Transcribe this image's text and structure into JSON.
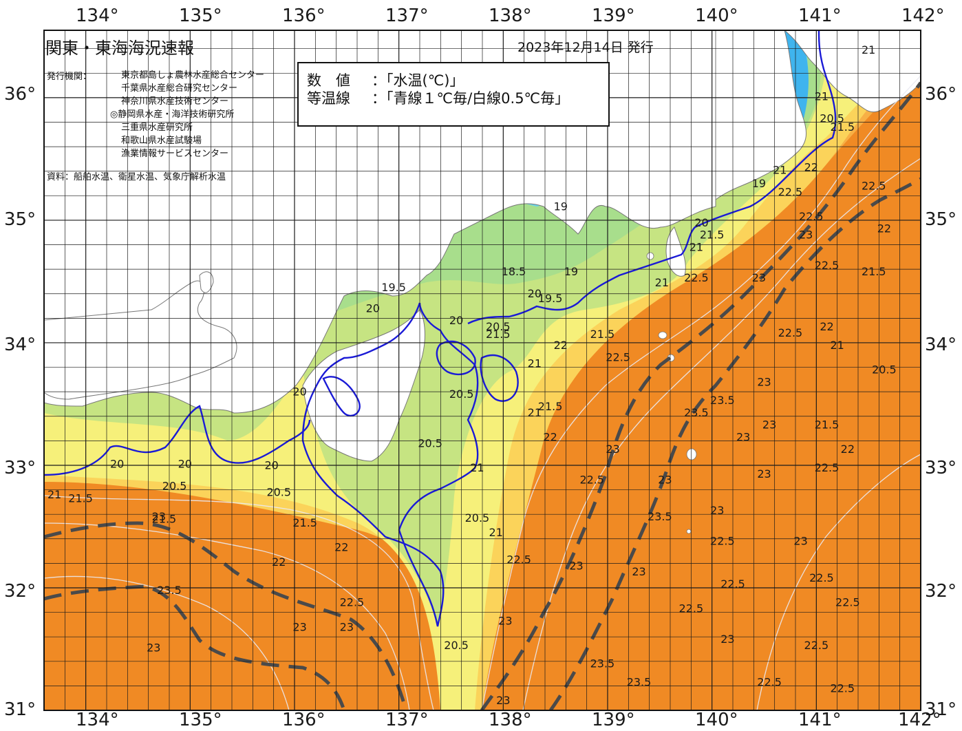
{
  "map": {
    "title": "関東・東海海況速報",
    "issue_date": "2023年12月14日 発行",
    "agency_label": "発行機関：",
    "agencies": [
      {
        "name": "東京都島しょ農林水産総合センター",
        "primary": false
      },
      {
        "name": "千葉県水産総合研究センター",
        "primary": false
      },
      {
        "name": "神奈川県水産技術センター",
        "primary": false
      },
      {
        "name": "◎静岡県水産・海洋技術研究所",
        "primary": true
      },
      {
        "name": "三重県水産研究所",
        "primary": false
      },
      {
        "name": "和歌山県水産試験場",
        "primary": false
      },
      {
        "name": "漁業情報サービスセンター",
        "primary": false
      }
    ],
    "source": "資料：船舶水温、衛星水温、気象庁解析水温",
    "legend": {
      "row1_key": "数　値",
      "row1_value": "：「水温(℃)」",
      "row2_key": "等温線",
      "row2_value": "：「青線１℃毎/白線0.5℃毎」"
    },
    "longitude_labels": [
      "134°",
      "135°",
      "136°",
      "137°",
      "138°",
      "139°",
      "140°",
      "141°",
      "142°"
    ],
    "latitude_labels": [
      "36°",
      "35°",
      "34°",
      "33°",
      "32°",
      "31°"
    ],
    "extent": {
      "lon_min": 133.6,
      "lon_max": 142.0,
      "lat_min": 31.0,
      "lat_max": 36.55
    },
    "isotherm_labels": [
      {
        "text": "19",
        "lon": 138.55,
        "lat": 35.08
      },
      {
        "text": "19",
        "lon": 138.65,
        "lat": 34.55
      },
      {
        "text": "19.5",
        "lon": 136.95,
        "lat": 34.42
      },
      {
        "text": "20",
        "lon": 136.75,
        "lat": 34.25
      },
      {
        "text": "20",
        "lon": 137.55,
        "lat": 34.15
      },
      {
        "text": "20.5",
        "lon": 137.95,
        "lat": 34.1
      },
      {
        "text": "20",
        "lon": 136.05,
        "lat": 33.57
      },
      {
        "text": "20",
        "lon": 134.3,
        "lat": 32.98
      },
      {
        "text": "20",
        "lon": 134.95,
        "lat": 32.98
      },
      {
        "text": "20",
        "lon": 135.78,
        "lat": 32.97
      },
      {
        "text": "20.5",
        "lon": 137.3,
        "lat": 33.15
      },
      {
        "text": "20.5",
        "lon": 137.6,
        "lat": 33.55
      },
      {
        "text": "21",
        "lon": 137.75,
        "lat": 32.95
      },
      {
        "text": "20.5",
        "lon": 137.75,
        "lat": 32.54
      },
      {
        "text": "21",
        "lon": 137.93,
        "lat": 32.42
      },
      {
        "text": "21",
        "lon": 133.7,
        "lat": 32.73
      },
      {
        "text": "21.5",
        "lon": 133.95,
        "lat": 32.7
      },
      {
        "text": "21.5",
        "lon": 134.75,
        "lat": 32.53
      },
      {
        "text": "20.5",
        "lon": 134.85,
        "lat": 32.8
      },
      {
        "text": "20.5",
        "lon": 135.85,
        "lat": 32.75
      },
      {
        "text": "21.5",
        "lon": 136.1,
        "lat": 32.5
      },
      {
        "text": "22",
        "lon": 136.45,
        "lat": 32.3
      },
      {
        "text": "23",
        "lon": 134.7,
        "lat": 32.55
      },
      {
        "text": "23.5",
        "lon": 134.8,
        "lat": 31.95
      },
      {
        "text": "23",
        "lon": 134.65,
        "lat": 31.48
      },
      {
        "text": "22",
        "lon": 135.85,
        "lat": 32.18
      },
      {
        "text": "22.5",
        "lon": 136.55,
        "lat": 31.85
      },
      {
        "text": "23",
        "lon": 136.05,
        "lat": 31.65
      },
      {
        "text": "23",
        "lon": 136.5,
        "lat": 31.65
      },
      {
        "text": "20.5",
        "lon": 137.55,
        "lat": 31.5
      },
      {
        "text": "23",
        "lon": 138.02,
        "lat": 31.7
      },
      {
        "text": "23",
        "lon": 138.0,
        "lat": 31.05
      },
      {
        "text": "21.5",
        "lon": 137.95,
        "lat": 34.04
      },
      {
        "text": "21",
        "lon": 138.3,
        "lat": 33.8
      },
      {
        "text": "21.5",
        "lon": 138.45,
        "lat": 33.45
      },
      {
        "text": "21",
        "lon": 138.3,
        "lat": 33.4
      },
      {
        "text": "22",
        "lon": 138.45,
        "lat": 33.2
      },
      {
        "text": "21",
        "lon": 139.52,
        "lat": 34.46
      },
      {
        "text": "21.5",
        "lon": 138.95,
        "lat": 34.04
      },
      {
        "text": "22.5",
        "lon": 139.1,
        "lat": 33.85
      },
      {
        "text": "22",
        "lon": 138.55,
        "lat": 33.95
      },
      {
        "text": "22.5",
        "lon": 138.85,
        "lat": 32.85
      },
      {
        "text": "23",
        "lon": 139.05,
        "lat": 33.1
      },
      {
        "text": "22.5",
        "lon": 138.15,
        "lat": 32.2
      },
      {
        "text": "23",
        "lon": 138.7,
        "lat": 32.15
      },
      {
        "text": "23",
        "lon": 139.3,
        "lat": 32.1
      },
      {
        "text": "23.5",
        "lon": 138.95,
        "lat": 31.35
      },
      {
        "text": "23.5",
        "lon": 139.3,
        "lat": 31.2
      },
      {
        "text": "23",
        "lon": 139.55,
        "lat": 32.85
      },
      {
        "text": "23.5",
        "lon": 139.5,
        "lat": 32.55
      },
      {
        "text": "23",
        "lon": 140.05,
        "lat": 32.6
      },
      {
        "text": "22.5",
        "lon": 140.1,
        "lat": 32.35
      },
      {
        "text": "22.5",
        "lon": 140.2,
        "lat": 32.0
      },
      {
        "text": "22.5",
        "lon": 139.8,
        "lat": 31.8
      },
      {
        "text": "23",
        "lon": 140.15,
        "lat": 31.55
      },
      {
        "text": "22.5",
        "lon": 140.55,
        "lat": 31.2
      },
      {
        "text": "23.5",
        "lon": 139.85,
        "lat": 33.4
      },
      {
        "text": "23.5",
        "lon": 140.1,
        "lat": 33.5
      },
      {
        "text": "23",
        "lon": 140.3,
        "lat": 33.2
      },
      {
        "text": "23",
        "lon": 140.55,
        "lat": 33.3
      },
      {
        "text": "23",
        "lon": 140.5,
        "lat": 33.65
      },
      {
        "text": "23",
        "lon": 140.5,
        "lat": 32.9
      },
      {
        "text": "23",
        "lon": 140.85,
        "lat": 32.35
      },
      {
        "text": "22.5",
        "lon": 141.05,
        "lat": 32.05
      },
      {
        "text": "22.5",
        "lon": 141.0,
        "lat": 31.5
      },
      {
        "text": "22.5",
        "lon": 141.25,
        "lat": 31.15
      },
      {
        "text": "22.5",
        "lon": 141.3,
        "lat": 31.85
      },
      {
        "text": "23",
        "lon": 140.45,
        "lat": 34.5
      },
      {
        "text": "22.5",
        "lon": 139.85,
        "lat": 34.5
      },
      {
        "text": "21.5",
        "lon": 140.0,
        "lat": 34.85
      },
      {
        "text": "21",
        "lon": 139.85,
        "lat": 34.75
      },
      {
        "text": "20",
        "lon": 139.9,
        "lat": 34.95
      },
      {
        "text": "22.5",
        "lon": 140.75,
        "lat": 34.05
      },
      {
        "text": "23",
        "lon": 140.9,
        "lat": 34.85
      },
      {
        "text": "22.5",
        "lon": 141.1,
        "lat": 34.6
      },
      {
        "text": "22.5",
        "lon": 140.95,
        "lat": 35.0
      },
      {
        "text": "22",
        "lon": 141.1,
        "lat": 34.1
      },
      {
        "text": "21",
        "lon": 141.2,
        "lat": 33.95
      },
      {
        "text": "20.5",
        "lon": 141.65,
        "lat": 33.75
      },
      {
        "text": "21.5",
        "lon": 141.1,
        "lat": 33.3
      },
      {
        "text": "22",
        "lon": 141.3,
        "lat": 33.1
      },
      {
        "text": "22.5",
        "lon": 141.1,
        "lat": 32.95
      },
      {
        "text": "21.5",
        "lon": 141.55,
        "lat": 34.55
      },
      {
        "text": "22",
        "lon": 141.65,
        "lat": 34.9
      },
      {
        "text": "22.5",
        "lon": 141.55,
        "lat": 35.25
      },
      {
        "text": "22",
        "lon": 140.95,
        "lat": 35.4
      },
      {
        "text": "22.5",
        "lon": 140.75,
        "lat": 35.2
      },
      {
        "text": "21",
        "lon": 140.65,
        "lat": 35.38
      },
      {
        "text": "19",
        "lon": 140.45,
        "lat": 35.27
      },
      {
        "text": "21",
        "lon": 141.05,
        "lat": 35.98
      },
      {
        "text": "20.5",
        "lon": 141.15,
        "lat": 35.8
      },
      {
        "text": "21.5",
        "lon": 141.25,
        "lat": 35.73
      },
      {
        "text": "21",
        "lon": 141.5,
        "lat": 36.36
      },
      {
        "text": "20",
        "lon": 138.3,
        "lat": 34.37
      },
      {
        "text": "18.5",
        "lon": 138.1,
        "lat": 34.55
      },
      {
        "text": "19.5",
        "lon": 138.45,
        "lat": 34.33
      }
    ],
    "colors": {
      "land": "#ffffff",
      "sea_coastal_cold": "#3fb4ee",
      "sea_cyan": "#68d3ec",
      "sea_green_light": "#a8de8c",
      "sea_green": "#c6e482",
      "sea_yellow": "#f6f07a",
      "sea_yellow_warm": "#fbd35a",
      "sea_orange_light": "#f7b045",
      "sea_orange": "#f08a24",
      "sea_orange_deep": "#e0701a",
      "isotherm_1deg": "#1a1ad6",
      "isotherm_half_deg": "#e8e8f0",
      "kuroshio_axis": "#4a4a4a",
      "grid": "#1a1a1a"
    }
  }
}
